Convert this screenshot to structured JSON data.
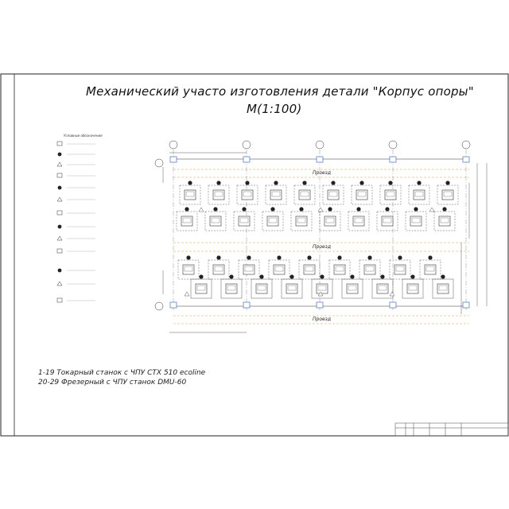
{
  "title": "Механический участо изготовления детали \"Корпус опоры\"",
  "scale": "М(1:100)",
  "passages": [
    "Проезд",
    "Проезд",
    "Проезд"
  ],
  "notes": [
    "1-19 Токарный станок с ЧПУ СТХ 510 ecoline",
    "20-29 Фрезерный с ЧПУ станок DMU-60"
  ],
  "colors": {
    "line": "#333333",
    "accent": "#d9a646",
    "column": "#2a5db0"
  }
}
